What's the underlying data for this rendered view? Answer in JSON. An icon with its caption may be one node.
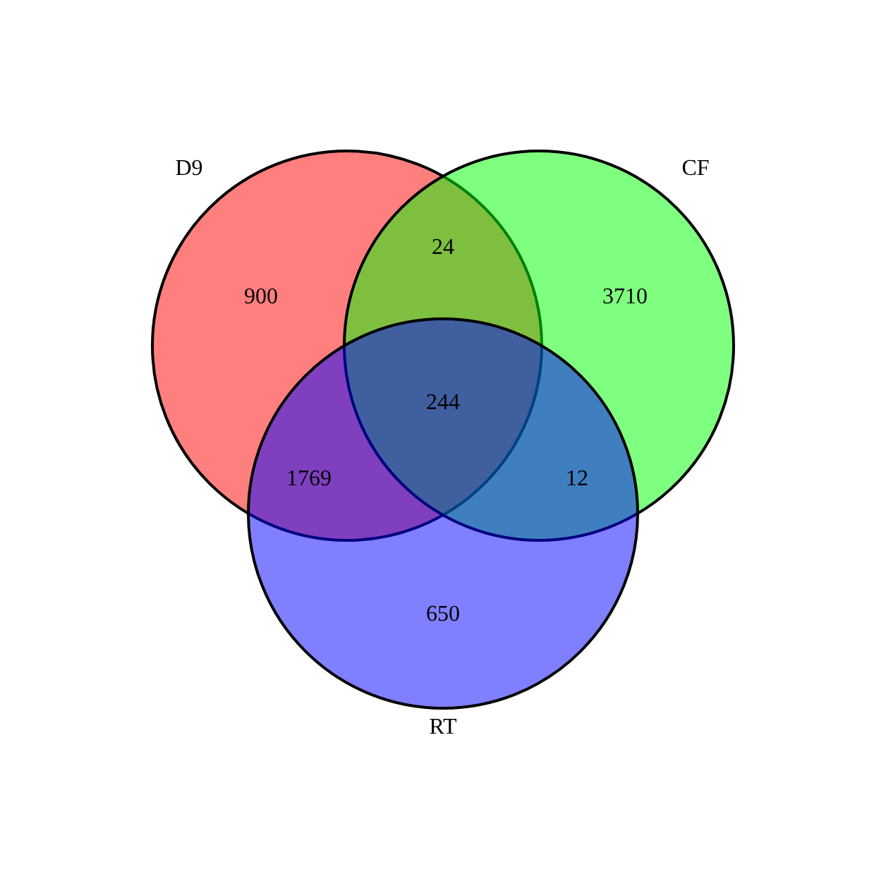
{
  "diagram": {
    "nodes": [
      {
        "text": [
          "D9"
        ]
      },
      {
        "text": [
          "CF"
        ]
      },
      {
        "text": [
          "RT"
        ]
      }
    ],
    "labels": [
      "24",
      "900",
      "3710",
      "244",
      "1769",
      "12",
      "650"
    ]
  }
}
